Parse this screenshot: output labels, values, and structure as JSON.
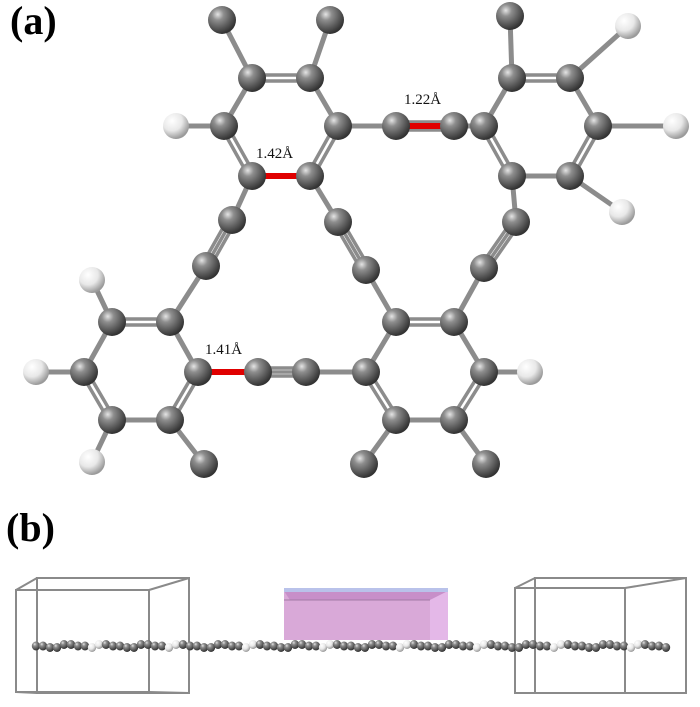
{
  "panels": [
    {
      "label": "(a)"
    },
    {
      "label": "(b)"
    }
  ],
  "bond_labels": [
    {
      "text": "1.42Å"
    },
    {
      "text": "1.22Å"
    },
    {
      "text": "1.41Å"
    }
  ],
  "colors": {
    "carbon": "#6e6e6e",
    "hydrogen": "#f2f2f2",
    "bond": "#8c8c8c",
    "highlight_bond": "#e00000",
    "box_edge": "#8a8a8a",
    "slab_front": "#d9a9d8",
    "slab_top": "#b9c2ea"
  }
}
